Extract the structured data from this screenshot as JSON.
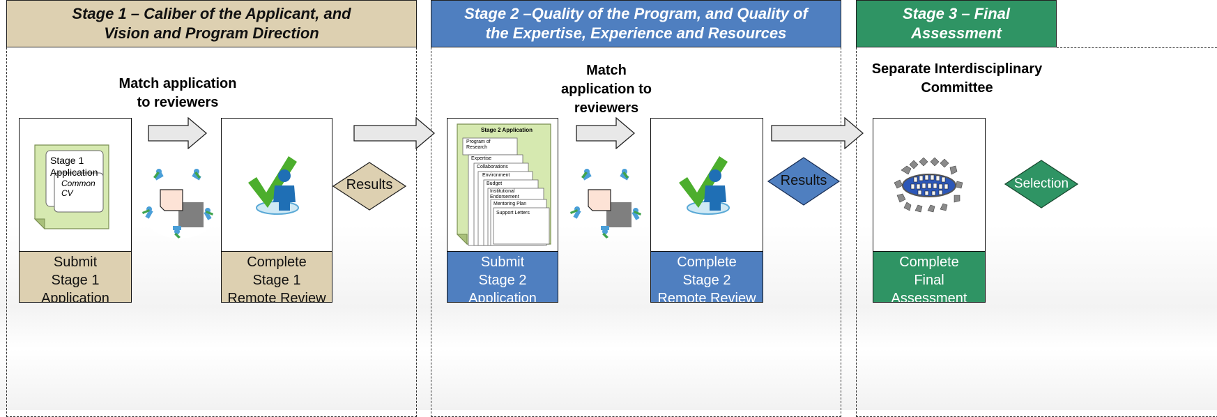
{
  "stages": [
    {
      "title_line1": "Stage 1 – Caliber of the Applicant, and",
      "title_line2": "Vision and Program Direction",
      "color": "#ddd0b1",
      "text_color": "#111111"
    },
    {
      "title_line1": "Stage 2 –Quality of the Program, and Quality of",
      "title_line2": "the Expertise, Experience and Resources",
      "color": "#4f7fc0",
      "text_color": "#ffffff"
    },
    {
      "title_line1": "Stage 3 – Final",
      "title_line2": "Assessment",
      "color": "#2f9464",
      "text_color": "#ffffff"
    }
  ],
  "match_labels": {
    "stage1": [
      "Match application",
      "to reviewers"
    ],
    "stage2": [
      "Match",
      "application to",
      "reviewers"
    ]
  },
  "committee_label": [
    "Separate Interdisciplinary",
    "Committee"
  ],
  "captions": {
    "submit1": [
      "Submit",
      "Stage 1",
      "Application"
    ],
    "review1": [
      "Complete",
      "Stage 1",
      "Remote Review"
    ],
    "submit2": [
      "Submit",
      "Stage 2",
      "Application"
    ],
    "review2": [
      "Complete",
      "Stage 2",
      "Remote Review"
    ],
    "final": [
      "Complete",
      "Final",
      "Assessment"
    ]
  },
  "diamonds": {
    "results1": "Results",
    "results2": "Results",
    "selection": "Selection"
  },
  "stage1_doc": {
    "front": [
      "Stage 1",
      "Application"
    ],
    "back": [
      "Common",
      "CV"
    ]
  },
  "stage2_doc": {
    "title": "Stage 2 Application",
    "tabs": [
      "Program of Research",
      "Expertise",
      "Collaborations",
      "Environment",
      "Budget",
      "Institutional Endorsement",
      "Mentoring Plan",
      "Support Letters"
    ]
  },
  "colors": {
    "tan": "#ddd0b1",
    "blue": "#4f7fc0",
    "green": "#2f9464",
    "doc_green": "#d6e9b0"
  }
}
